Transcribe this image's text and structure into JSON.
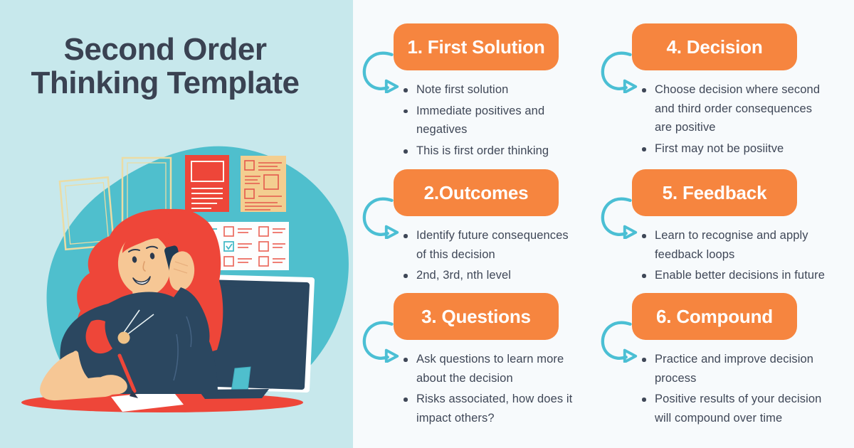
{
  "title": {
    "line1": "Second Order",
    "line2": "Thinking Template"
  },
  "colors": {
    "bg_left": "#C7E8EC",
    "bg_right": "#F7FAFC",
    "accent_orange": "#F6853F",
    "arrow_teal": "#4BBFD4",
    "ink": "#3A4252",
    "body_text": "#3F4757",
    "illus_teal": "#4FBFCD",
    "illus_red": "#EE4639",
    "illus_navy": "#2B4760",
    "illus_skin": "#F6C795",
    "illus_cream": "#EBDCA4",
    "illus_tan": "#F3CE90"
  },
  "section_arrow_icon": "curved-arrow-icon",
  "sections": [
    {
      "header": "1. First Solution",
      "bullets": [
        "Note first solution",
        "Immediate positives and\nnegatives",
        "This is first order thinking"
      ]
    },
    {
      "header": "2.Outcomes",
      "bullets": [
        "Identify future consequences\nof this decision",
        "2nd, 3rd, nth level"
      ]
    },
    {
      "header": "3. Questions",
      "bullets": [
        "Ask questions to learn more\nabout the decision",
        "Risks associated, how does it\nimpact others?"
      ]
    },
    {
      "header": "4. Decision",
      "bullets": [
        "Choose decision where second\nand third order consequences\nare positive",
        "First may not be posiitve"
      ]
    },
    {
      "header": "5. Feedback",
      "bullets": [
        "Learn to recognise and apply\nfeedback loops",
        "Enable better decisions in future"
      ]
    },
    {
      "header": "6. Compound",
      "bullets": [
        "Practice and improve decision\nprocess",
        "Positive results of your decision\nwill compound over time"
      ]
    }
  ],
  "illustration": {
    "description": "Woman with red hair talking on a phone while writing notes at a desk with a computer monitor; wall shows picture frames, a red poster, sticky notes and a checklist",
    "elements": [
      "background-blob",
      "picture-frames",
      "red-poster",
      "sticky-notes",
      "checklist",
      "monitor",
      "monitor-stand",
      "desk",
      "paper-sheet",
      "woman-with-phone",
      "pen"
    ],
    "checklist_pattern": [
      [
        "checked",
        "unchecked",
        "unchecked"
      ],
      [
        "checked",
        "checked",
        "unchecked"
      ],
      [
        "checked",
        "unchecked",
        "unchecked"
      ]
    ]
  }
}
